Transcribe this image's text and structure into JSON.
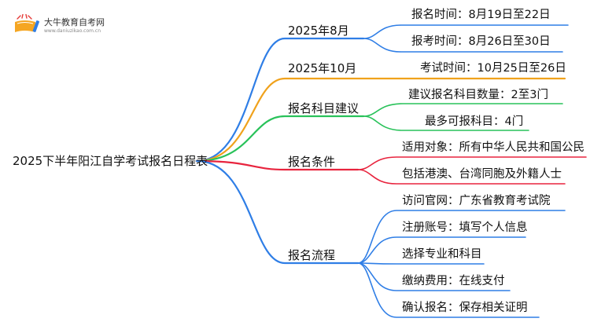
{
  "logo": {
    "name": "大牛教育自考网",
    "url": "www.daniuzikao.com.cn"
  },
  "root": "2025下半年阳江自学考试报名日程表",
  "branches": [
    {
      "label": "2025年8月",
      "color": "#2f7ee6",
      "leaves": [
        "报名时间：8月19日至22日",
        "报考时间：8月26日至30日"
      ]
    },
    {
      "label": "2025年10月",
      "color": "#f0a21c",
      "leaves": [
        "考试时间：10月25日至26日"
      ]
    },
    {
      "label": "报名科目建议",
      "color": "#29c25a",
      "leaves": [
        "建议报名科目数量：2至3门",
        "最多可报科目：4门"
      ]
    },
    {
      "label": "报名条件",
      "color": "#e8243e",
      "leaves": [
        "适用对象：所有中华人民共和国公民",
        "包括港澳、台湾同胞及外籍人士"
      ]
    },
    {
      "label": "报名流程",
      "color": "#2f7ee6",
      "leaves": [
        "访问官网：广东省教育考试院",
        "注册账号：填写个人信息",
        "选择专业和科目",
        "缴纳费用：在线支付",
        "确认报名：保存相关证明"
      ]
    }
  ]
}
